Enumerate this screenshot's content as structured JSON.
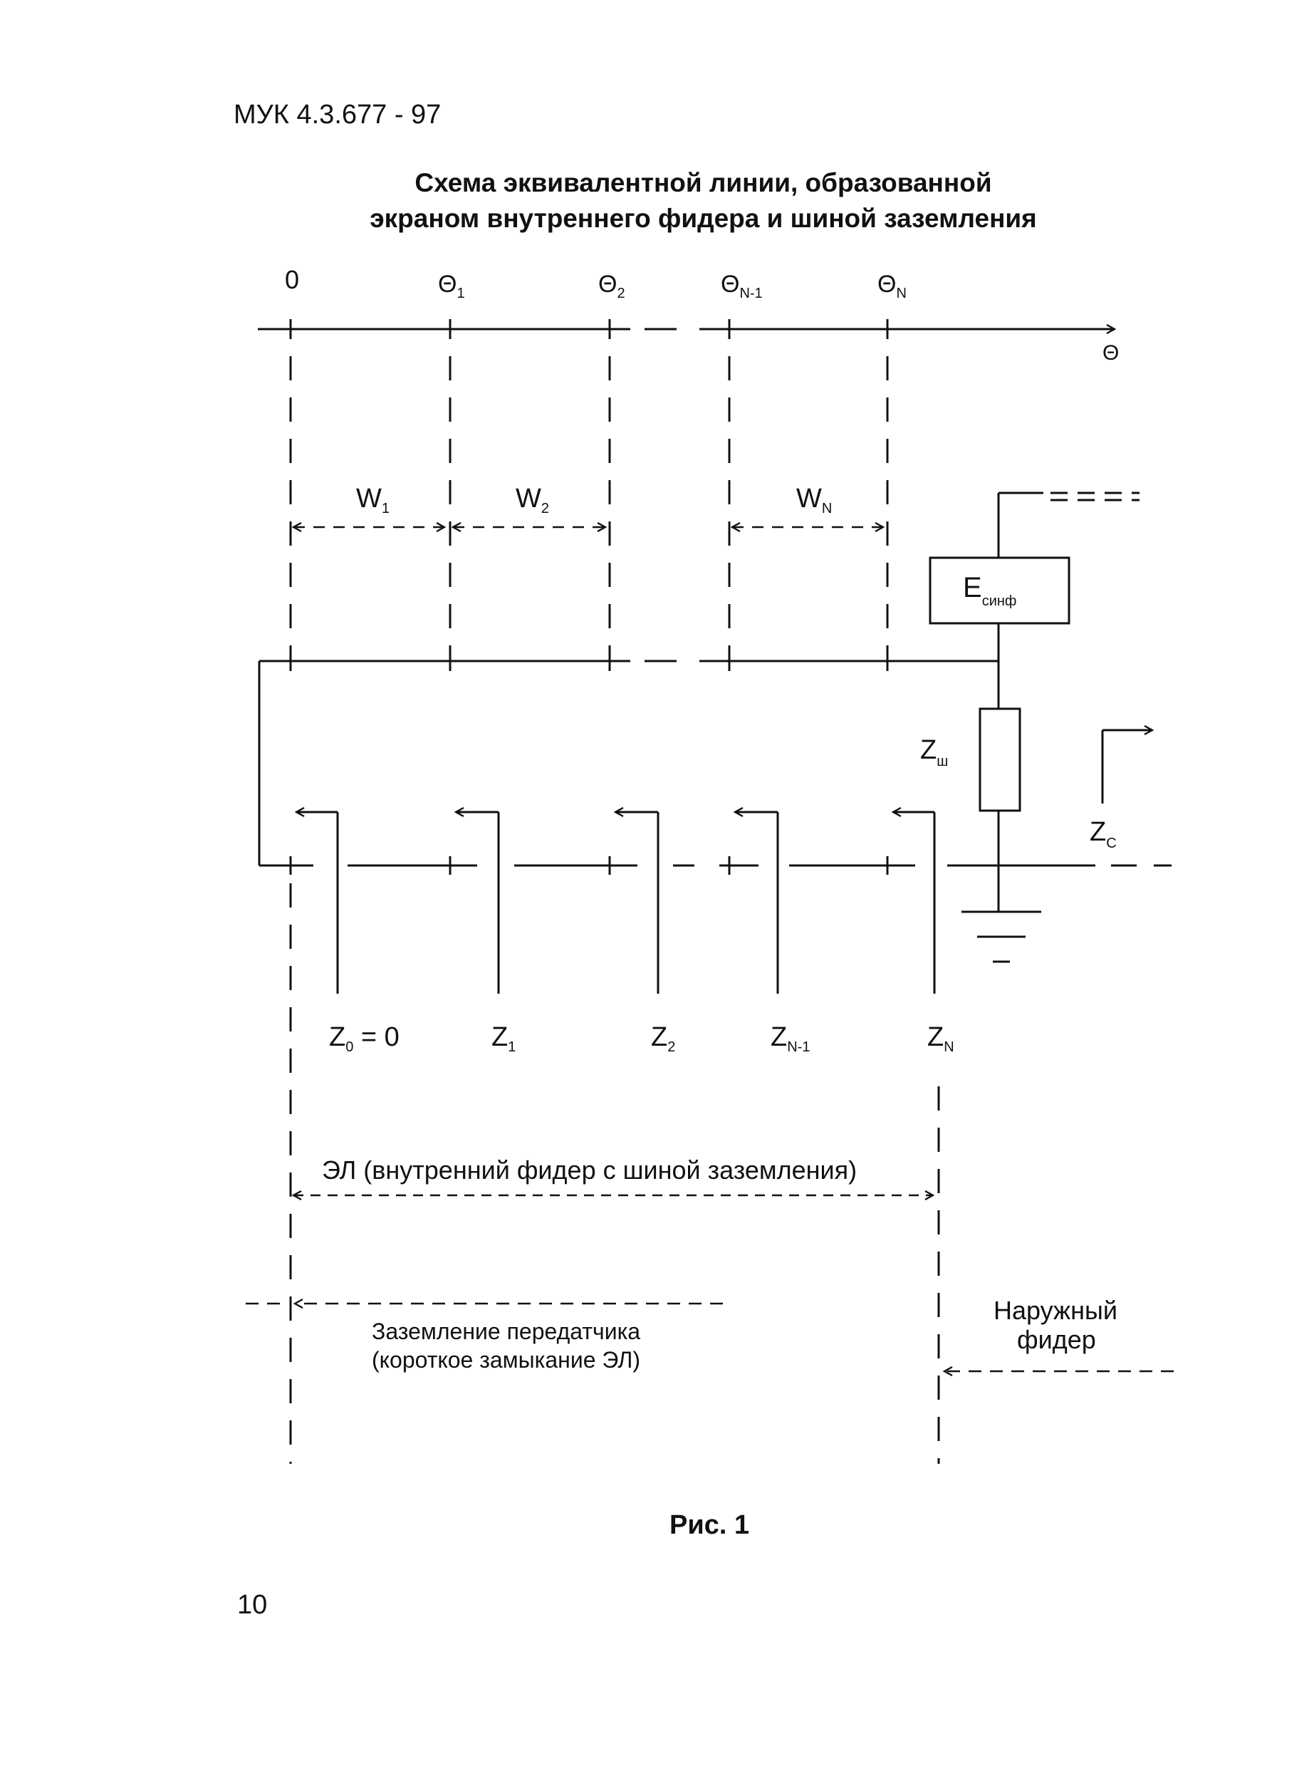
{
  "header": {
    "doc_code": "МУК 4.3.677 - 97"
  },
  "title": {
    "line1": "Схема эквивалентной линии, образованной",
    "line2": "экраном внутреннего фидера и шиной заземления"
  },
  "axis": {
    "origin": "0",
    "theta_main": "Θ",
    "theta_labels": [
      {
        "main": "Θ",
        "sub": "1"
      },
      {
        "main": "Θ",
        "sub": "2"
      },
      {
        "main": "Θ",
        "sub": "N-1"
      },
      {
        "main": "Θ",
        "sub": "N"
      }
    ],
    "end_label": "Θ"
  },
  "segments": [
    {
      "main": "W",
      "sub": "1"
    },
    {
      "main": "W",
      "sub": "2"
    },
    {
      "main": "W",
      "sub": "N"
    }
  ],
  "source": {
    "main": "E",
    "sub": "синф"
  },
  "shunt": {
    "main": "Z",
    "sub": "ш"
  },
  "characteristic": {
    "main": "Z",
    "sub": "C"
  },
  "loads": [
    {
      "main": "Z",
      "sub": "0",
      "suffix": " = 0"
    },
    {
      "main": "Z",
      "sub": "1",
      "suffix": ""
    },
    {
      "main": "Z",
      "sub": "2",
      "suffix": ""
    },
    {
      "main": "Z",
      "sub": "N-1",
      "suffix": ""
    },
    {
      "main": "Z",
      "sub": "N",
      "suffix": ""
    }
  ],
  "equivalent_line_label": "ЭЛ (внутренний фидер с шиной заземления)",
  "grounding_label": {
    "line1": "Заземление передатчика",
    "line2": "(короткое замыкание ЭЛ)"
  },
  "outer_feeder_label": {
    "line1": "Наружный",
    "line2": "фидер"
  },
  "figure_caption": "Рис. 1",
  "page_number": "10",
  "colors": {
    "ink": "#111111",
    "paper": "#ffffff"
  }
}
